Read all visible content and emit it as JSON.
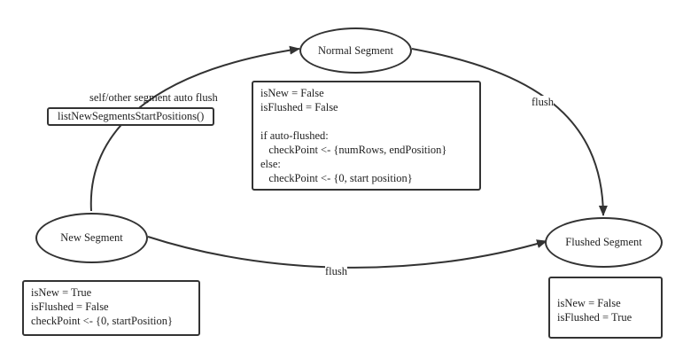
{
  "states": {
    "normal": "Normal Segment",
    "new": "New Segment",
    "flushed": "Flushed Segment"
  },
  "transitions": {
    "auto_flush": "self/other segment auto flush",
    "auto_flush_method": "listNewSegmentsStartPositions()",
    "flush_normal": "flush",
    "flush_new": "flush"
  },
  "notes": {
    "normal": [
      "isNew = False",
      "isFlushed = False",
      "",
      "if auto-flushed:",
      "   checkPoint <- {numRows, endPosition}",
      "else:",
      "   checkPoint <- {0, start position}"
    ],
    "new": [
      "isNew = True",
      "isFlushed = False",
      "checkPoint <- {0, startPosition}"
    ],
    "flushed": [
      "isNew = False",
      "isFlushed = True"
    ]
  }
}
